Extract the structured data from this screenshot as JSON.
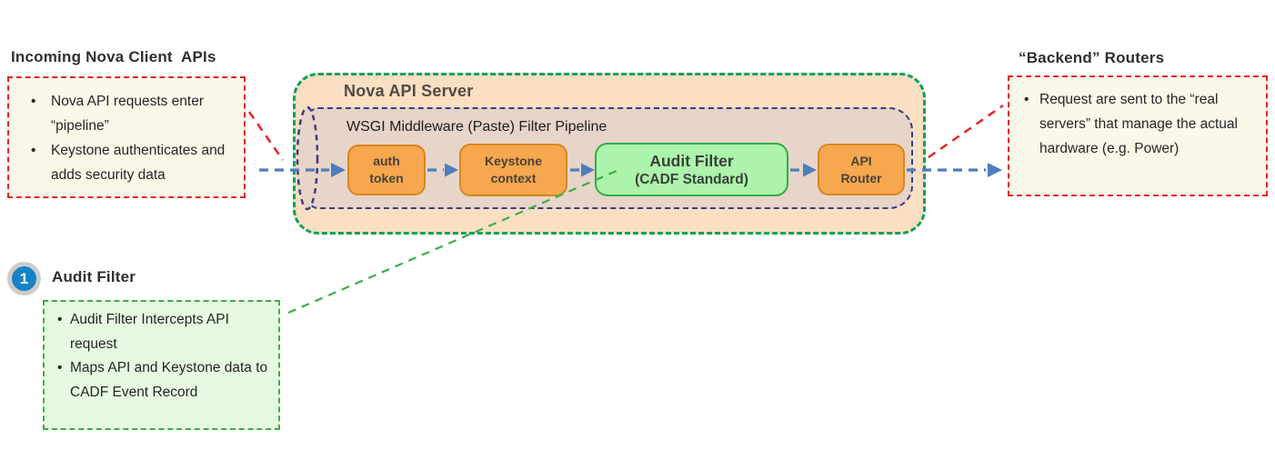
{
  "diagram": {
    "kind": "architecture-flow",
    "colors": {
      "nova_box_fill": "#fbdfc3",
      "nova_box_border": "#0aa15f",
      "wsgi_box_fill": "#e7d5c9",
      "wsgi_box_border": "#3c3c80",
      "orange_filter_fill": "#f7a74e",
      "orange_filter_border": "#d9861f",
      "green_filter_fill": "#aef3ab",
      "green_filter_border": "#2fae44",
      "note_cream_fill": "#fbf7e9",
      "note_red_border": "#e3262a",
      "note_green_fill": "#e7f9e0",
      "note_green_border": "#3aaf4a",
      "arrow_blue": "#4d7ebc",
      "badge_blue": "#1583c5",
      "badge_ring_gray": "#cccccc",
      "text_dark": "#2f2f2f"
    }
  },
  "notes": {
    "incoming": {
      "title": "Incoming Nova Client  APIs",
      "bullets": [
        "Nova API requests enter “pipeline”",
        "Keystone authenticates and adds security data"
      ]
    },
    "backend": {
      "title": "“Backend” Routers",
      "bullets": [
        "Request are sent to the “real servers” that manage the actual hardware (e.g. Power)"
      ]
    },
    "audit": {
      "badge": "1",
      "title": "Audit Filter",
      "bullets": [
        "Audit Filter Intercepts API request",
        "Maps API and Keystone data to CADF Event Record"
      ]
    }
  },
  "server": {
    "title": "Nova API Server",
    "pipeline_label": "WSGI Middleware (Paste) Filter Pipeline",
    "filters": [
      {
        "line1": "auth",
        "line2": "token"
      },
      {
        "line1": "Keystone",
        "line2": "context"
      },
      {
        "line1": "Audit Filter",
        "line2": "(CADF Standard)"
      },
      {
        "line1": "API",
        "line2": "Router"
      }
    ]
  }
}
